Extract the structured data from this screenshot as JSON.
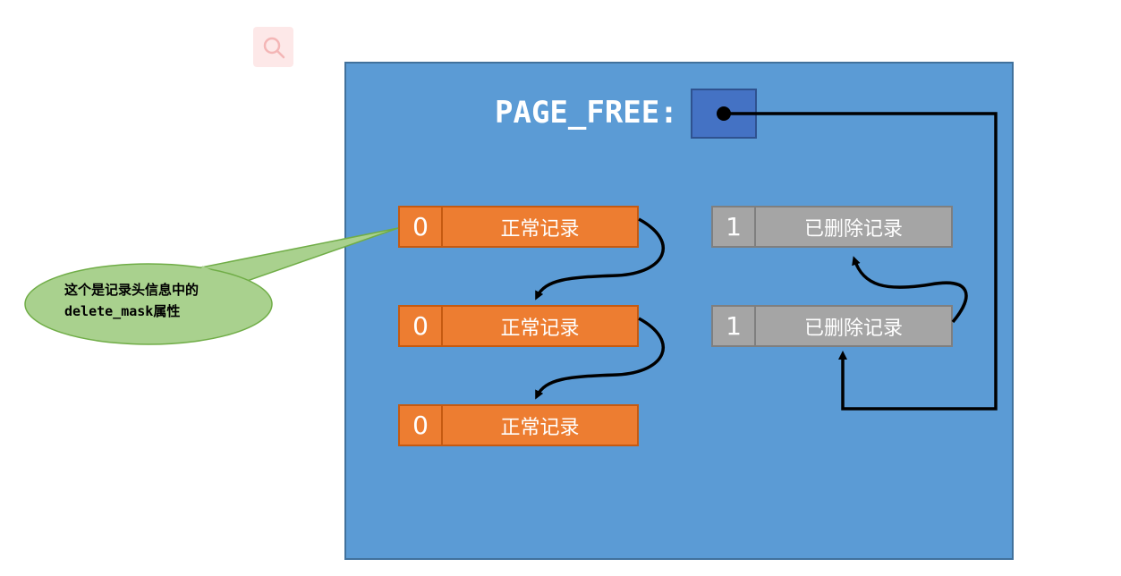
{
  "page_free": {
    "label": "PAGE_FREE:"
  },
  "records": {
    "normal": [
      {
        "flag": "0",
        "label": "正常记录"
      },
      {
        "flag": "0",
        "label": "正常记录"
      },
      {
        "flag": "0",
        "label": "正常记录"
      }
    ],
    "deleted": [
      {
        "flag": "1",
        "label": "已删除记录"
      },
      {
        "flag": "1",
        "label": "已删除记录"
      }
    ]
  },
  "callout": {
    "line1": "这个是记录头信息中的",
    "line2": "delete_mask属性"
  },
  "colors": {
    "page_bg": "#5b9bd5",
    "normal_record": "#ed7d31",
    "deleted_record": "#a5a5a5",
    "pointer_box": "#4472c4",
    "callout_fill": "#a9d18e"
  },
  "icons": {
    "search": "search-icon"
  }
}
